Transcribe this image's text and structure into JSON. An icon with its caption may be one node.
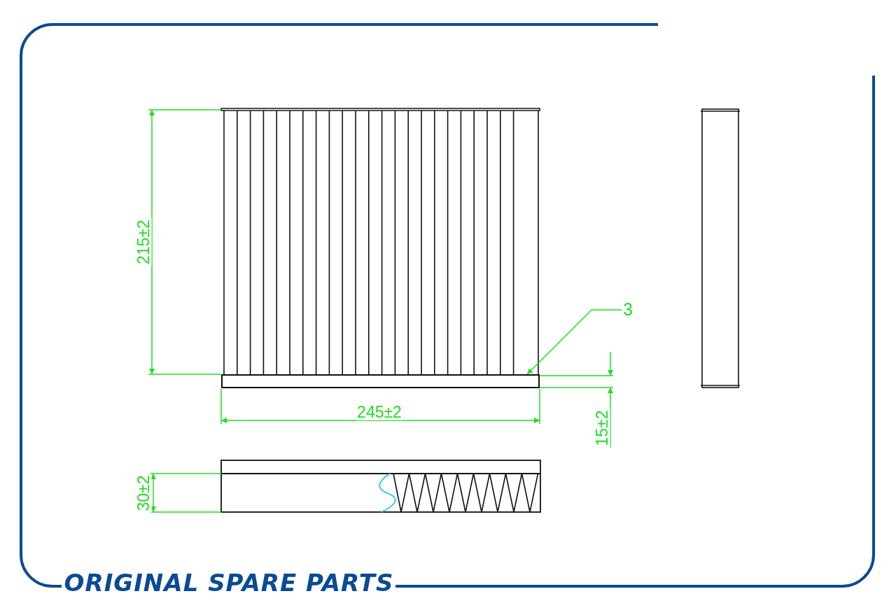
{
  "diagram": {
    "nodes": [
      {
        "text": [
          "3"
        ]
      },
      {
        "text": [],
        "shape": "bar"
      }
    ],
    "edges": [
      {
        "from": 0,
        "to": 1,
        "arrow": "to"
      }
    ],
    "labels": [
      "215±2",
      "245±2",
      "15±2",
      "30±2",
      "ORIGINAL SPARE PARTS"
    ]
  }
}
